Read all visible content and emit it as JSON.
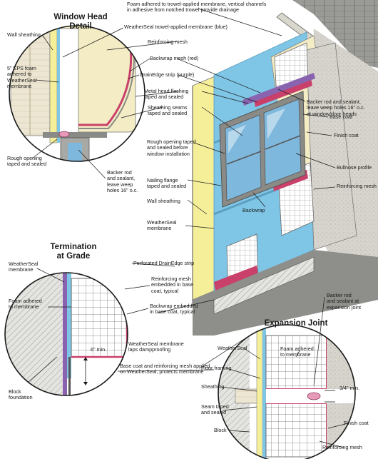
{
  "titles": {
    "window_head": "Window Head\nDetail",
    "termination": "Termination\nat Grade",
    "expansion": "Expansion Joint"
  },
  "labels": {
    "foam_adhered_top": "Foam adhered to trowel-applied membrane, vertical channels\nin adhesive from notched trowel provide drainage",
    "wall_sheathing_wh": "Wall sheathing",
    "weatherseal_trowel": "WeatherSeal trowel-applied membrane (blue)",
    "reinforcing_mesh_top": "Reinforcing mesh",
    "eps_foam": "5\" EPS foam\nadhered to\nWeatherSeal\nmembrane",
    "backwrap_mesh_red": "Backwrap mesh (red)",
    "drainedge_purple": "DrainEdge strip (purple)",
    "metal_head_flashing": "Metal head flashing\ntaped and sealed",
    "sheathing_seams": "Sheathing seams\ntaped and sealed",
    "rough_opening_wh": "Rough opening\ntaped and sealed",
    "backer_rod_wh": "Backer rod\nand sealant,\nleave weep\nholes 16\" o.c.",
    "rough_opening_install": "Rough opening taped\nand sealed before\nwindow installation",
    "nailing_flange": "Nailing flange\ntaped and sealed",
    "wall_sheathing_main": "Wall sheathing",
    "weatherseal_membrane": "WeatherSeal\nmembrane",
    "backwrap": "Backwrap",
    "backer_rod_heads": "Backer rod and sealant,\nleave weep holes 16\" o.c.\nat window/door heads",
    "base_coat": "Base coat",
    "finish_coat": "Finish coat",
    "bullnose_profile": "Bullnose profile",
    "reinforcing_mesh_right": "Reinforcing mesh",
    "weatherseal_membrane_term": "WeatherSeal\nmembrane",
    "perforated_drainedge": "Perforated DrainEdge strip",
    "reinforcing_mesh_embedded": "Reinforcing mesh\nembedded in base\ncoat, typical",
    "foam_adhered_membrane": "Foam adhered\nto membrane",
    "backwrap_embedded": "Backwrap embedded\nin base coat, typical",
    "six_min": "6\" min.",
    "weatherseal_laps": "WeatherSeal membrane\nlaps dampproofing",
    "base_coat_mesh": "Base coat and reinforcing mesh applied\non WeatherSeal, protects membrane",
    "block_foundation": "Block\nfoundation",
    "backer_rod_expansion": "Backer rod\nand sealant at\nexpansion joint",
    "weatherseal_ej": "WeatherSeal",
    "foam_adhered_ej": "Foam adhered\nto membrane",
    "floor_framing": "Floor framing",
    "sheathing_ej": "Sheathing",
    "three_quarter_min": "3/4\" min.",
    "seam_taped": "Seam taped\nand sealed",
    "block_ej": "Block",
    "finish_coat_ej": "Finish coat",
    "reinforcing_mesh_ej": "Reinforcing mesh"
  },
  "colors": {
    "membrane_blue": "#7fc6e6",
    "foam_yellow": "#f6ef9a",
    "backwrap_red": "#c9406a",
    "drainedge_purple": "#8a63b0",
    "coat_gray": "#d6d4cc",
    "framing": "#e9e3d3",
    "window_glass": "#7fb8dd",
    "window_frame": "#8a8a86"
  }
}
